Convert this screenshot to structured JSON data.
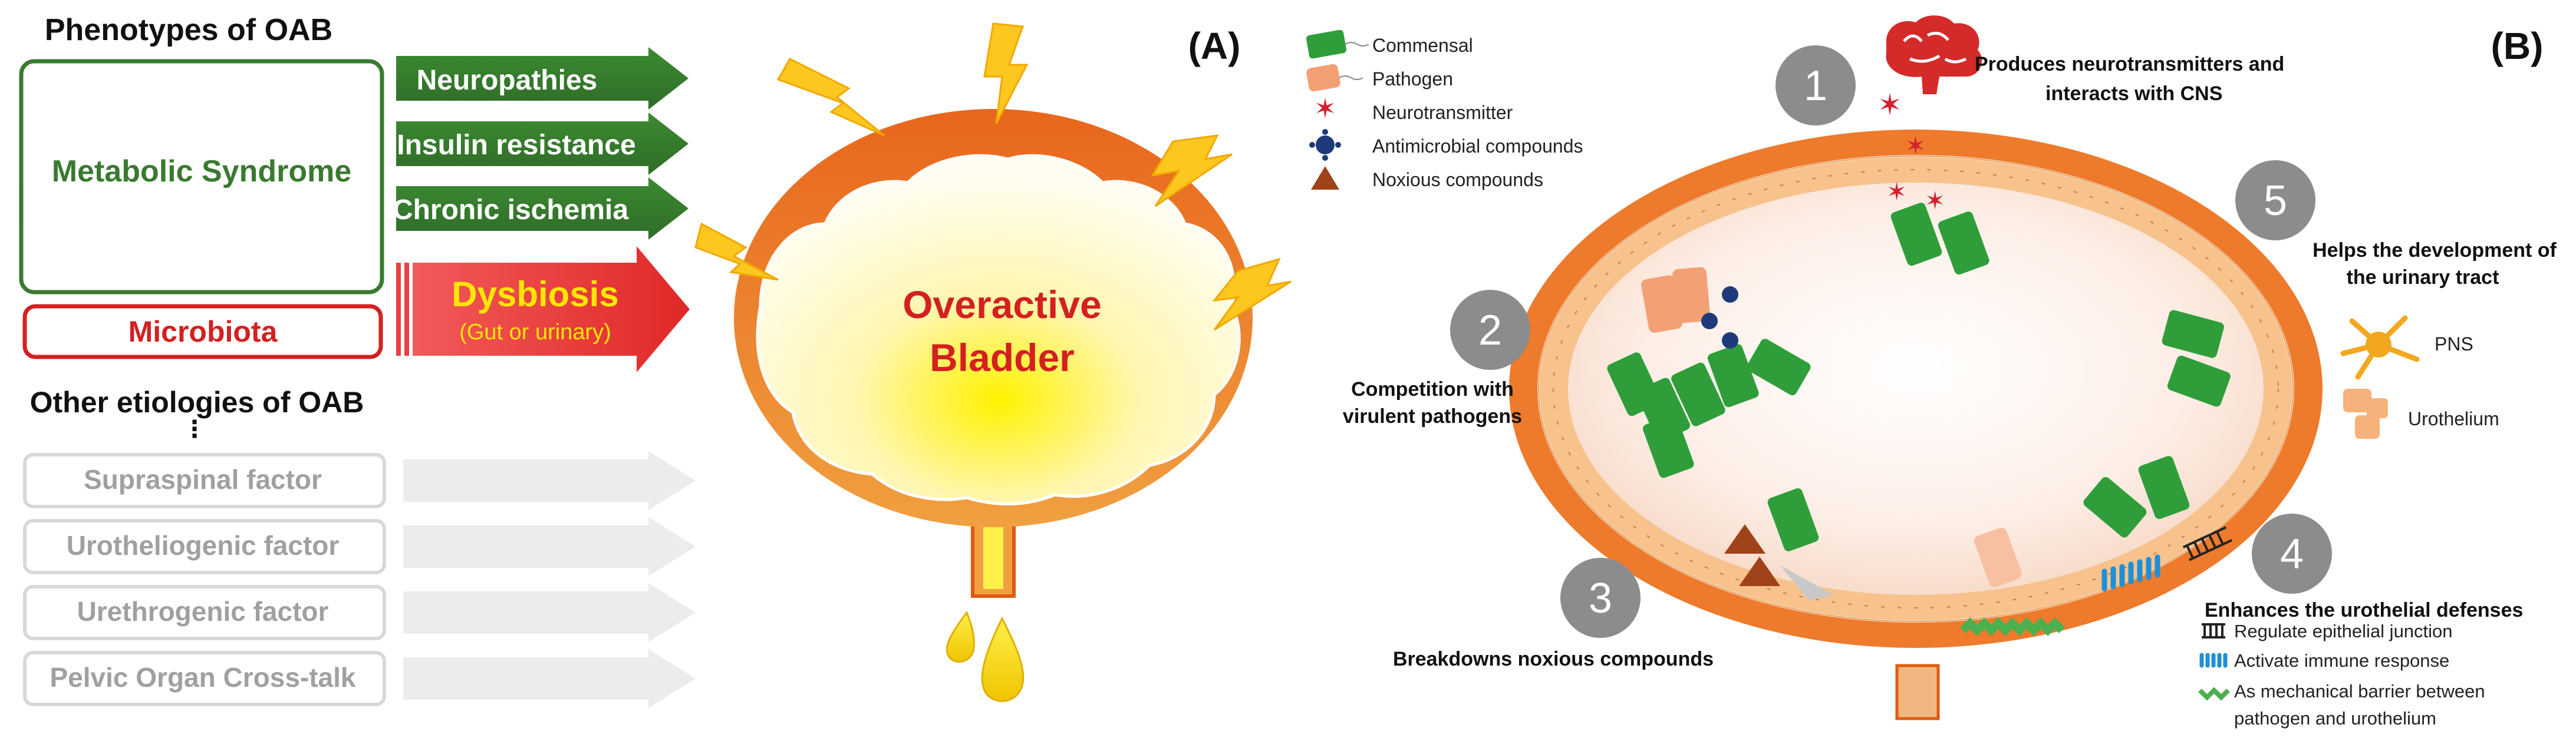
{
  "panelA": {
    "label": "(A)",
    "title": "Phenotypes of OAB",
    "metabolic_syndrome": "Metabolic Syndrome",
    "microbiota": "Microbiota",
    "arrows": [
      "Neuropathies",
      "Insulin resistance",
      "Chronic ischemia"
    ],
    "dysbiosis": "Dysbiosis",
    "dysbiosis_sub": "(Gut or urinary)",
    "other_title": "Other etiologies of OAB",
    "ellipsis": "⋮",
    "other_factors": [
      "Supraspinal factor",
      "Urotheliogenic factor",
      "Urethrogenic factor",
      "Pelvic Organ Cross-talk"
    ],
    "bladder_line1": "Overactive",
    "bladder_line2": "Bladder",
    "colors": {
      "green": "#3a7a30",
      "red": "#d42020",
      "gray": "#a0a0a0",
      "bladder_outer": "#ec6a1c"
    }
  },
  "panelB": {
    "label": "(B)",
    "legend": [
      "Commensal",
      "Pathogen",
      "Neurotransmitter",
      "Antimicrobial compounds",
      "Noxious compounds"
    ],
    "items": [
      {
        "number": "1",
        "text_lines": [
          "Produces neurotransmitters and",
          "interacts with CNS"
        ]
      },
      {
        "number": "2",
        "text_lines": [
          "Competition with",
          "virulent pathogens"
        ]
      },
      {
        "number": "3",
        "text_lines": [
          "Breakdowns noxious compounds"
        ]
      },
      {
        "number": "4",
        "text_lines": [
          "Enhances the urothelial defenses"
        ]
      },
      {
        "number": "5",
        "text_lines": [
          "Helps the development of",
          "the urinary tract"
        ]
      }
    ],
    "pns": "PNS",
    "urothelium": "Urothelium",
    "defenses": [
      "Regulate epithelial junction",
      "Activate immune response",
      "As mechanical barrier between",
      "pathogen and urothelium"
    ]
  }
}
